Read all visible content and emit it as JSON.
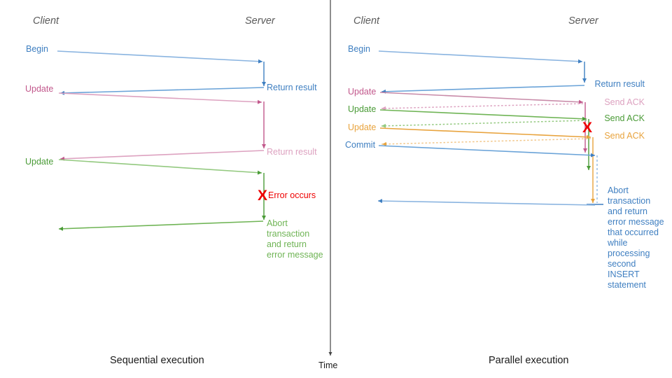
{
  "colors": {
    "blue": "#3f7fc1",
    "blue_light": "#8ab4e0",
    "pink": "#c2588c",
    "pink_light": "#dda2c0",
    "green": "#4a9b37",
    "green_light": "#93c97f",
    "orange": "#e8a33d",
    "orange_light": "#f2c78a",
    "red": "#ee0000",
    "divider": "#444444",
    "actor_text": "#5a5a5a",
    "caption_text": "#1a1a1a"
  },
  "divider": {
    "time_axis_label": "Time"
  },
  "left_panel": {
    "caption": "Sequential execution",
    "client_header": "Client",
    "server_header": "Server",
    "client_labels": [
      {
        "text": "Begin",
        "color": "blue"
      },
      {
        "text": "Update",
        "color": "pink"
      },
      {
        "text": "Update",
        "color": "green"
      }
    ],
    "server_labels": [
      {
        "text": "Return result",
        "color": "blue"
      },
      {
        "text": "Return result",
        "color": "pink"
      },
      {
        "text": "Error occurs",
        "color": "red"
      },
      {
        "text": "Abort\ntransaction\nand return\nerror message",
        "color": "green"
      }
    ],
    "error_marker": "X"
  },
  "right_panel": {
    "caption": "Parallel execution",
    "client_header": "Client",
    "server_header": "Server",
    "client_labels": [
      {
        "text": "Begin",
        "color": "blue"
      },
      {
        "text": "Update",
        "color": "pink"
      },
      {
        "text": "Update",
        "color": "green"
      },
      {
        "text": "Update",
        "color": "orange"
      },
      {
        "text": "Commit",
        "color": "blue"
      }
    ],
    "server_labels": [
      {
        "text": "Return result",
        "color": "blue"
      },
      {
        "text": "Send ACK",
        "color": "pink"
      },
      {
        "text": "Send ACK",
        "color": "green"
      },
      {
        "text": "Send ACK",
        "color": "orange"
      },
      {
        "text": "Abort\ntransaction\nand return\nerror message\nthat occurred\nwhile\nprocessing\nsecond\nINSERT\nstatement",
        "color": "blue"
      }
    ],
    "error_marker": "X"
  }
}
